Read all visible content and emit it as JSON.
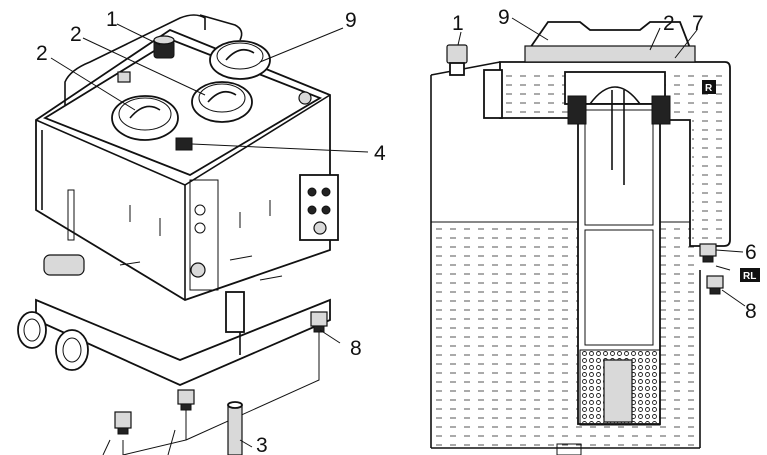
{
  "left_view": {
    "callouts": [
      "1",
      "2",
      "2",
      "9",
      "4",
      "8",
      "3"
    ]
  },
  "right_view": {
    "callouts": [
      "1",
      "9",
      "2",
      "7",
      "6",
      "8"
    ],
    "tags": [
      "R",
      "RL"
    ]
  }
}
